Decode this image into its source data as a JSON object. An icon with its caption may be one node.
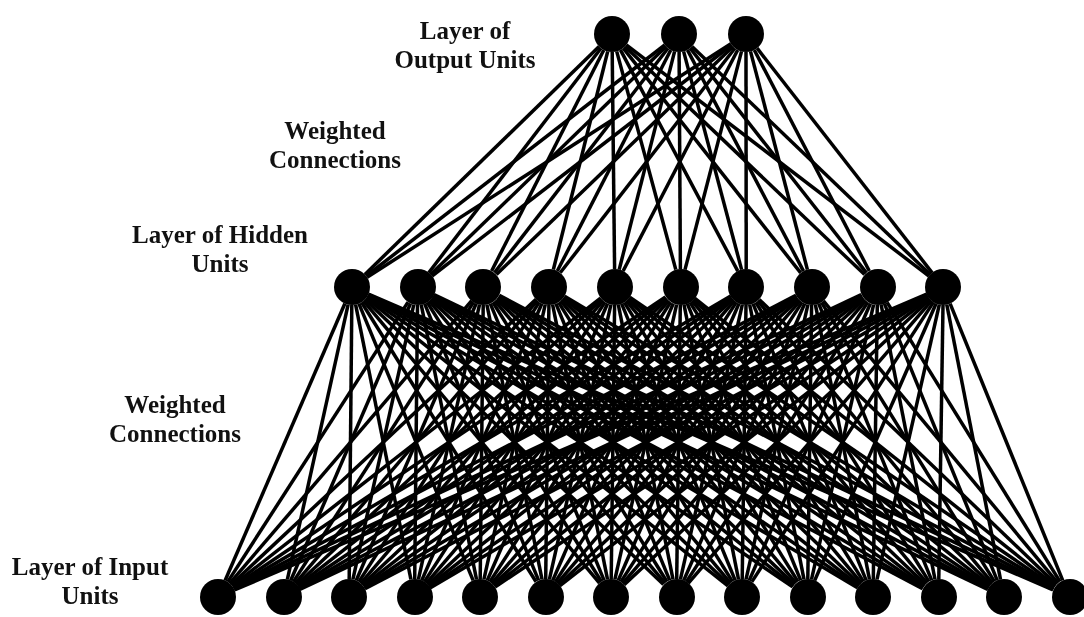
{
  "diagram": {
    "nodes": [
      {
        "text": [],
        "shape": "circle"
      },
      {
        "text": [],
        "shape": "circle"
      },
      {
        "text": [],
        "shape": "circle"
      },
      {
        "text": [],
        "shape": "circle"
      },
      {
        "text": [],
        "shape": "circle"
      },
      {
        "text": [],
        "shape": "circle"
      },
      {
        "text": [],
        "shape": "circle"
      },
      {
        "text": [],
        "shape": "circle"
      },
      {
        "text": [],
        "shape": "circle"
      },
      {
        "text": [],
        "shape": "circle"
      },
      {
        "text": [],
        "shape": "circle"
      },
      {
        "text": [],
        "shape": "circle"
      },
      {
        "text": [],
        "shape": "circle"
      },
      {
        "text": [],
        "shape": "circle"
      },
      {
        "text": [],
        "shape": "circle"
      },
      {
        "text": [],
        "shape": "circle"
      },
      {
        "text": [],
        "shape": "circle"
      },
      {
        "text": [],
        "shape": "circle"
      },
      {
        "text": [],
        "shape": "circle"
      },
      {
        "text": [],
        "shape": "circle"
      },
      {
        "text": [],
        "shape": "circle"
      },
      {
        "text": [],
        "shape": "circle"
      },
      {
        "text": [],
        "shape": "circle"
      },
      {
        "text": [],
        "shape": "circle"
      },
      {
        "text": [],
        "shape": "circle"
      },
      {
        "text": [],
        "shape": "circle"
      },
      {
        "text": [],
        "shape": "circle"
      }
    ],
    "edges": [
      {
        "from": 0,
        "to": 3,
        "arrow": "none"
      },
      {
        "from": 0,
        "to": 4,
        "arrow": "none"
      },
      {
        "from": 0,
        "to": 5,
        "arrow": "none"
      },
      {
        "from": 0,
        "to": 6,
        "arrow": "none"
      },
      {
        "from": 0,
        "to": 7,
        "arrow": "none"
      },
      {
        "from": 0,
        "to": 8,
        "arrow": "none"
      },
      {
        "from": 0,
        "to": 9,
        "arrow": "none"
      },
      {
        "from": 0,
        "to": 10,
        "arrow": "none"
      },
      {
        "from": 0,
        "to": 11,
        "arrow": "none"
      },
      {
        "from": 0,
        "to": 12,
        "arrow": "none"
      },
      {
        "from": 1,
        "to": 3,
        "arrow": "none"
      },
      {
        "from": 1,
        "to": 4,
        "arrow": "none"
      },
      {
        "from": 1,
        "to": 5,
        "arrow": "none"
      },
      {
        "from": 1,
        "to": 6,
        "arrow": "none"
      },
      {
        "from": 1,
        "to": 7,
        "arrow": "none"
      },
      {
        "from": 1,
        "to": 8,
        "arrow": "none"
      },
      {
        "from": 1,
        "to": 9,
        "arrow": "none"
      },
      {
        "from": 1,
        "to": 10,
        "arrow": "none"
      },
      {
        "from": 1,
        "to": 11,
        "arrow": "none"
      },
      {
        "from": 1,
        "to": 12,
        "arrow": "none"
      },
      {
        "from": 2,
        "to": 3,
        "arrow": "none"
      },
      {
        "from": 2,
        "to": 4,
        "arrow": "none"
      },
      {
        "from": 2,
        "to": 5,
        "arrow": "none"
      },
      {
        "from": 2,
        "to": 6,
        "arrow": "none"
      },
      {
        "from": 2,
        "to": 7,
        "arrow": "none"
      },
      {
        "from": 2,
        "to": 8,
        "arrow": "none"
      },
      {
        "from": 2,
        "to": 9,
        "arrow": "none"
      },
      {
        "from": 2,
        "to": 10,
        "arrow": "none"
      },
      {
        "from": 2,
        "to": 11,
        "arrow": "none"
      },
      {
        "from": 2,
        "to": 12,
        "arrow": "none"
      },
      {
        "from": 3,
        "to": 13,
        "arrow": "none"
      },
      {
        "from": 3,
        "to": 14,
        "arrow": "none"
      },
      {
        "from": 3,
        "to": 15,
        "arrow": "none"
      },
      {
        "from": 3,
        "to": 16,
        "arrow": "none"
      },
      {
        "from": 3,
        "to": 17,
        "arrow": "none"
      },
      {
        "from": 3,
        "to": 18,
        "arrow": "none"
      },
      {
        "from": 3,
        "to": 19,
        "arrow": "none"
      },
      {
        "from": 3,
        "to": 20,
        "arrow": "none"
      },
      {
        "from": 3,
        "to": 21,
        "arrow": "none"
      },
      {
        "from": 3,
        "to": 22,
        "arrow": "none"
      },
      {
        "from": 3,
        "to": 23,
        "arrow": "none"
      },
      {
        "from": 3,
        "to": 24,
        "arrow": "none"
      },
      {
        "from": 3,
        "to": 25,
        "arrow": "none"
      },
      {
        "from": 3,
        "to": 26,
        "arrow": "none"
      },
      {
        "from": 4,
        "to": 13,
        "arrow": "none"
      },
      {
        "from": 4,
        "to": 14,
        "arrow": "none"
      },
      {
        "from": 4,
        "to": 15,
        "arrow": "none"
      },
      {
        "from": 4,
        "to": 16,
        "arrow": "none"
      },
      {
        "from": 4,
        "to": 17,
        "arrow": "none"
      },
      {
        "from": 4,
        "to": 18,
        "arrow": "none"
      },
      {
        "from": 4,
        "to": 19,
        "arrow": "none"
      },
      {
        "from": 4,
        "to": 20,
        "arrow": "none"
      },
      {
        "from": 4,
        "to": 21,
        "arrow": "none"
      },
      {
        "from": 4,
        "to": 22,
        "arrow": "none"
      },
      {
        "from": 4,
        "to": 23,
        "arrow": "none"
      },
      {
        "from": 4,
        "to": 24,
        "arrow": "none"
      },
      {
        "from": 4,
        "to": 25,
        "arrow": "none"
      },
      {
        "from": 4,
        "to": 26,
        "arrow": "none"
      },
      {
        "from": 5,
        "to": 13,
        "arrow": "none"
      },
      {
        "from": 5,
        "to": 14,
        "arrow": "none"
      },
      {
        "from": 5,
        "to": 15,
        "arrow": "none"
      },
      {
        "from": 5,
        "to": 16,
        "arrow": "none"
      },
      {
        "from": 5,
        "to": 17,
        "arrow": "none"
      },
      {
        "from": 5,
        "to": 18,
        "arrow": "none"
      },
      {
        "from": 5,
        "to": 19,
        "arrow": "none"
      },
      {
        "from": 5,
        "to": 20,
        "arrow": "none"
      },
      {
        "from": 5,
        "to": 21,
        "arrow": "none"
      },
      {
        "from": 5,
        "to": 22,
        "arrow": "none"
      },
      {
        "from": 5,
        "to": 23,
        "arrow": "none"
      },
      {
        "from": 5,
        "to": 24,
        "arrow": "none"
      },
      {
        "from": 5,
        "to": 25,
        "arrow": "none"
      },
      {
        "from": 5,
        "to": 26,
        "arrow": "none"
      },
      {
        "from": 6,
        "to": 13,
        "arrow": "none"
      },
      {
        "from": 6,
        "to": 14,
        "arrow": "none"
      },
      {
        "from": 6,
        "to": 15,
        "arrow": "none"
      },
      {
        "from": 6,
        "to": 16,
        "arrow": "none"
      },
      {
        "from": 6,
        "to": 17,
        "arrow": "none"
      },
      {
        "from": 6,
        "to": 18,
        "arrow": "none"
      },
      {
        "from": 6,
        "to": 19,
        "arrow": "none"
      },
      {
        "from": 6,
        "to": 20,
        "arrow": "none"
      },
      {
        "from": 6,
        "to": 21,
        "arrow": "none"
      },
      {
        "from": 6,
        "to": 22,
        "arrow": "none"
      },
      {
        "from": 6,
        "to": 23,
        "arrow": "none"
      },
      {
        "from": 6,
        "to": 24,
        "arrow": "none"
      },
      {
        "from": 6,
        "to": 25,
        "arrow": "none"
      },
      {
        "from": 6,
        "to": 26,
        "arrow": "none"
      },
      {
        "from": 7,
        "to": 13,
        "arrow": "none"
      },
      {
        "from": 7,
        "to": 14,
        "arrow": "none"
      },
      {
        "from": 7,
        "to": 15,
        "arrow": "none"
      },
      {
        "from": 7,
        "to": 16,
        "arrow": "none"
      },
      {
        "from": 7,
        "to": 17,
        "arrow": "none"
      },
      {
        "from": 7,
        "to": 18,
        "arrow": "none"
      },
      {
        "from": 7,
        "to": 19,
        "arrow": "none"
      },
      {
        "from": 7,
        "to": 20,
        "arrow": "none"
      },
      {
        "from": 7,
        "to": 21,
        "arrow": "none"
      },
      {
        "from": 7,
        "to": 22,
        "arrow": "none"
      },
      {
        "from": 7,
        "to": 23,
        "arrow": "none"
      },
      {
        "from": 7,
        "to": 24,
        "arrow": "none"
      },
      {
        "from": 7,
        "to": 25,
        "arrow": "none"
      },
      {
        "from": 7,
        "to": 26,
        "arrow": "none"
      },
      {
        "from": 8,
        "to": 13,
        "arrow": "none"
      },
      {
        "from": 8,
        "to": 14,
        "arrow": "none"
      },
      {
        "from": 8,
        "to": 15,
        "arrow": "none"
      },
      {
        "from": 8,
        "to": 16,
        "arrow": "none"
      },
      {
        "from": 8,
        "to": 17,
        "arrow": "none"
      },
      {
        "from": 8,
        "to": 18,
        "arrow": "none"
      },
      {
        "from": 8,
        "to": 19,
        "arrow": "none"
      },
      {
        "from": 8,
        "to": 20,
        "arrow": "none"
      },
      {
        "from": 8,
        "to": 21,
        "arrow": "none"
      },
      {
        "from": 8,
        "to": 22,
        "arrow": "none"
      },
      {
        "from": 8,
        "to": 23,
        "arrow": "none"
      },
      {
        "from": 8,
        "to": 24,
        "arrow": "none"
      },
      {
        "from": 8,
        "to": 25,
        "arrow": "none"
      },
      {
        "from": 8,
        "to": 26,
        "arrow": "none"
      },
      {
        "from": 9,
        "to": 13,
        "arrow": "none"
      },
      {
        "from": 9,
        "to": 14,
        "arrow": "none"
      },
      {
        "from": 9,
        "to": 15,
        "arrow": "none"
      },
      {
        "from": 9,
        "to": 16,
        "arrow": "none"
      },
      {
        "from": 9,
        "to": 17,
        "arrow": "none"
      },
      {
        "from": 9,
        "to": 18,
        "arrow": "none"
      },
      {
        "from": 9,
        "to": 19,
        "arrow": "none"
      },
      {
        "from": 9,
        "to": 20,
        "arrow": "none"
      },
      {
        "from": 9,
        "to": 21,
        "arrow": "none"
      },
      {
        "from": 9,
        "to": 22,
        "arrow": "none"
      },
      {
        "from": 9,
        "to": 23,
        "arrow": "none"
      },
      {
        "from": 9,
        "to": 24,
        "arrow": "none"
      },
      {
        "from": 9,
        "to": 25,
        "arrow": "none"
      },
      {
        "from": 9,
        "to": 26,
        "arrow": "none"
      },
      {
        "from": 10,
        "to": 13,
        "arrow": "none"
      },
      {
        "from": 10,
        "to": 14,
        "arrow": "none"
      },
      {
        "from": 10,
        "to": 15,
        "arrow": "none"
      },
      {
        "from": 10,
        "to": 16,
        "arrow": "none"
      },
      {
        "from": 10,
        "to": 17,
        "arrow": "none"
      },
      {
        "from": 10,
        "to": 18,
        "arrow": "none"
      },
      {
        "from": 10,
        "to": 19,
        "arrow": "none"
      },
      {
        "from": 10,
        "to": 20,
        "arrow": "none"
      },
      {
        "from": 10,
        "to": 21,
        "arrow": "none"
      },
      {
        "from": 10,
        "to": 22,
        "arrow": "none"
      },
      {
        "from": 10,
        "to": 23,
        "arrow": "none"
      },
      {
        "from": 10,
        "to": 24,
        "arrow": "none"
      },
      {
        "from": 10,
        "to": 25,
        "arrow": "none"
      },
      {
        "from": 10,
        "to": 26,
        "arrow": "none"
      },
      {
        "from": 11,
        "to": 13,
        "arrow": "none"
      },
      {
        "from": 11,
        "to": 14,
        "arrow": "none"
      },
      {
        "from": 11,
        "to": 15,
        "arrow": "none"
      },
      {
        "from": 11,
        "to": 16,
        "arrow": "none"
      },
      {
        "from": 11,
        "to": 17,
        "arrow": "none"
      },
      {
        "from": 11,
        "to": 18,
        "arrow": "none"
      },
      {
        "from": 11,
        "to": 19,
        "arrow": "none"
      },
      {
        "from": 11,
        "to": 20,
        "arrow": "none"
      },
      {
        "from": 11,
        "to": 21,
        "arrow": "none"
      },
      {
        "from": 11,
        "to": 22,
        "arrow": "none"
      },
      {
        "from": 11,
        "to": 23,
        "arrow": "none"
      },
      {
        "from": 11,
        "to": 24,
        "arrow": "none"
      },
      {
        "from": 11,
        "to": 25,
        "arrow": "none"
      },
      {
        "from": 11,
        "to": 26,
        "arrow": "none"
      },
      {
        "from": 12,
        "to": 13,
        "arrow": "none"
      },
      {
        "from": 12,
        "to": 14,
        "arrow": "none"
      },
      {
        "from": 12,
        "to": 15,
        "arrow": "none"
      },
      {
        "from": 12,
        "to": 16,
        "arrow": "none"
      },
      {
        "from": 12,
        "to": 17,
        "arrow": "none"
      },
      {
        "from": 12,
        "to": 18,
        "arrow": "none"
      },
      {
        "from": 12,
        "to": 19,
        "arrow": "none"
      },
      {
        "from": 12,
        "to": 20,
        "arrow": "none"
      },
      {
        "from": 12,
        "to": 21,
        "arrow": "none"
      },
      {
        "from": 12,
        "to": 22,
        "arrow": "none"
      },
      {
        "from": 12,
        "to": 23,
        "arrow": "none"
      },
      {
        "from": 12,
        "to": 24,
        "arrow": "none"
      },
      {
        "from": 12,
        "to": 25,
        "arrow": "none"
      },
      {
        "from": 12,
        "to": 26,
        "arrow": "none"
      }
    ],
    "labels": [
      "Layer of Output Units",
      "Weighted Connections",
      "Layer of Hidden Units",
      "Weighted Connections",
      "Layer of Input Units"
    ]
  }
}
